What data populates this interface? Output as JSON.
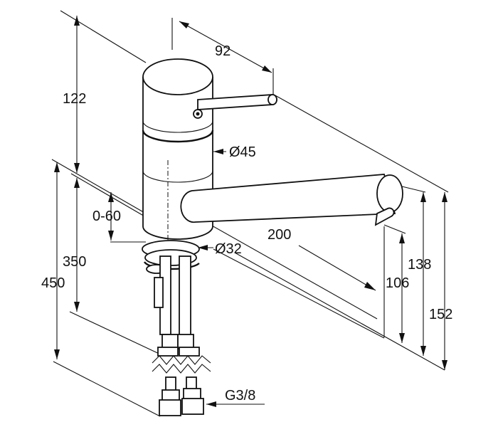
{
  "drawing": {
    "dimensions": {
      "height_top": "122",
      "lever_offset": "92",
      "body_diameter": "Ø45",
      "swivel_range": "0-60",
      "spout_length": "200",
      "base_diameter": "Ø32",
      "height_mid": "350",
      "height_full": "450",
      "outlet_height": "106",
      "spout_height": "138",
      "total_height": "152",
      "thread": "G3/8"
    },
    "colors": {
      "line": "#111111",
      "background": "#ffffff"
    }
  }
}
